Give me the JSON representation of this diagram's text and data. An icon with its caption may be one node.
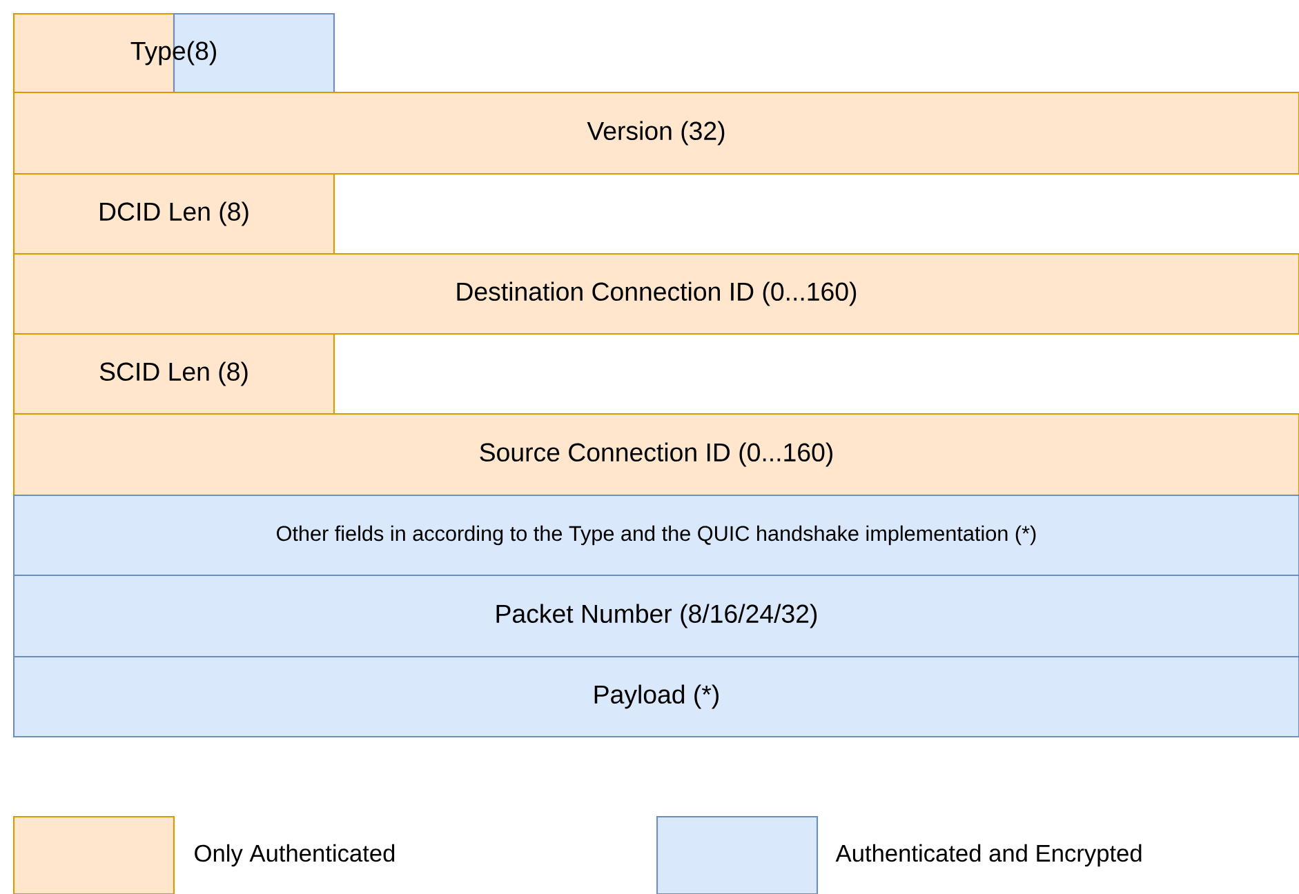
{
  "diagram": {
    "nodes": [
      {
        "text": [
          "Type(8)"
        ]
      },
      {
        "text": [
          "Version (32)"
        ]
      },
      {
        "text": [
          "DCID Len (8)"
        ]
      },
      {
        "text": [
          "Destination Connection ID (0...160)"
        ]
      },
      {
        "text": [
          "SCID Len (8)"
        ]
      },
      {
        "text": [
          "Source Connection ID (0...160)"
        ]
      },
      {
        "text": [
          "Other fields in according to the Type and the QUIC handshake implementation (*)"
        ]
      },
      {
        "text": [
          "Packet Number (8/16/24/32)"
        ]
      },
      {
        "text": [
          "Payload (*)"
        ]
      }
    ],
    "legend": [
      {
        "text": "Only Authenticated",
        "color": "#ffe6cc"
      },
      {
        "text": "Authenticated and Encrypted",
        "color": "#dae8fc"
      }
    ]
  }
}
